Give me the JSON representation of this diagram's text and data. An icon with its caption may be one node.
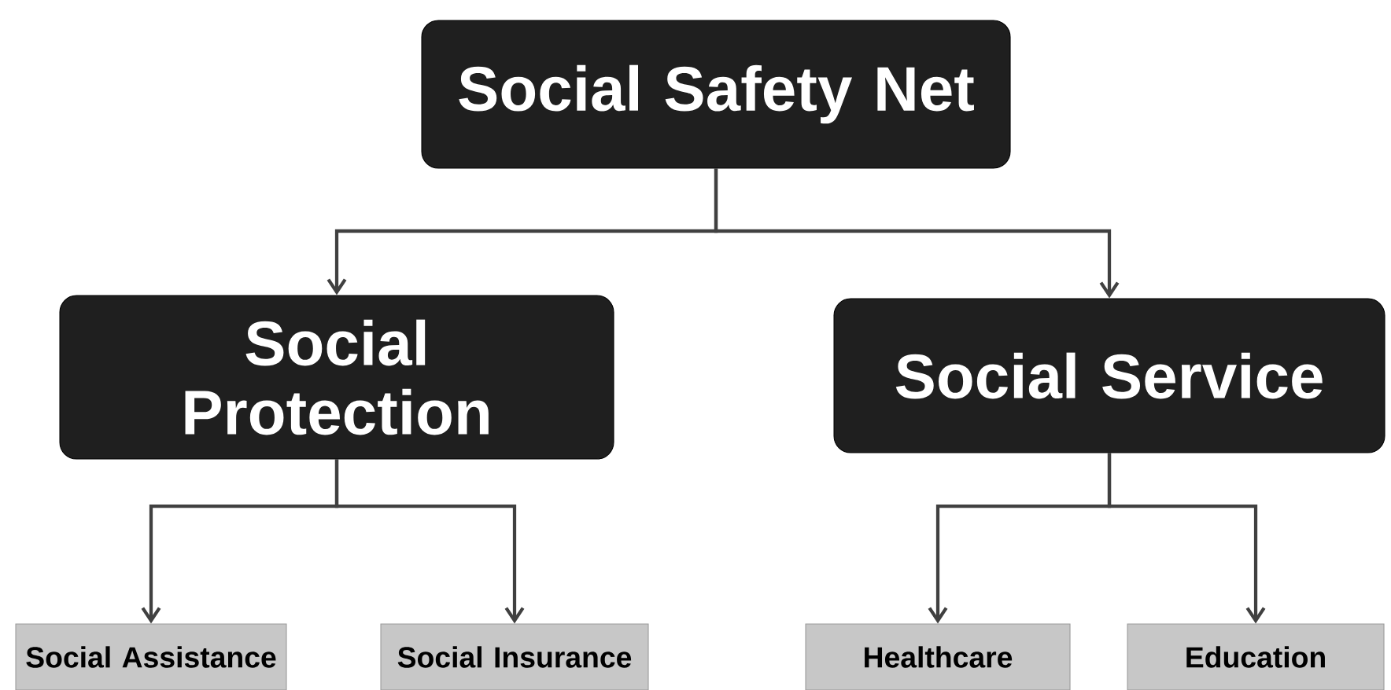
{
  "diagram": {
    "nodes": [
      {
        "text": [
          "Social Safety Net"
        ]
      },
      {
        "text": [
          "Social Protection"
        ]
      },
      {
        "text": [
          "Social Service"
        ]
      },
      {
        "text": [
          "Social Assistance"
        ]
      },
      {
        "text": [
          "Social Insurance"
        ]
      },
      {
        "text": [
          "Healthcare"
        ]
      },
      {
        "text": [
          "Education"
        ]
      }
    ],
    "edges": [
      {
        "from": 0,
        "to": 1,
        "arrow": "to"
      },
      {
        "from": 0,
        "to": 2,
        "arrow": "to"
      },
      {
        "from": 1,
        "to": 3,
        "arrow": "to"
      },
      {
        "from": 1,
        "to": 4,
        "arrow": "to"
      },
      {
        "from": 2,
        "to": 5,
        "arrow": "to"
      },
      {
        "from": 2,
        "to": 6,
        "arrow": "to"
      }
    ]
  }
}
